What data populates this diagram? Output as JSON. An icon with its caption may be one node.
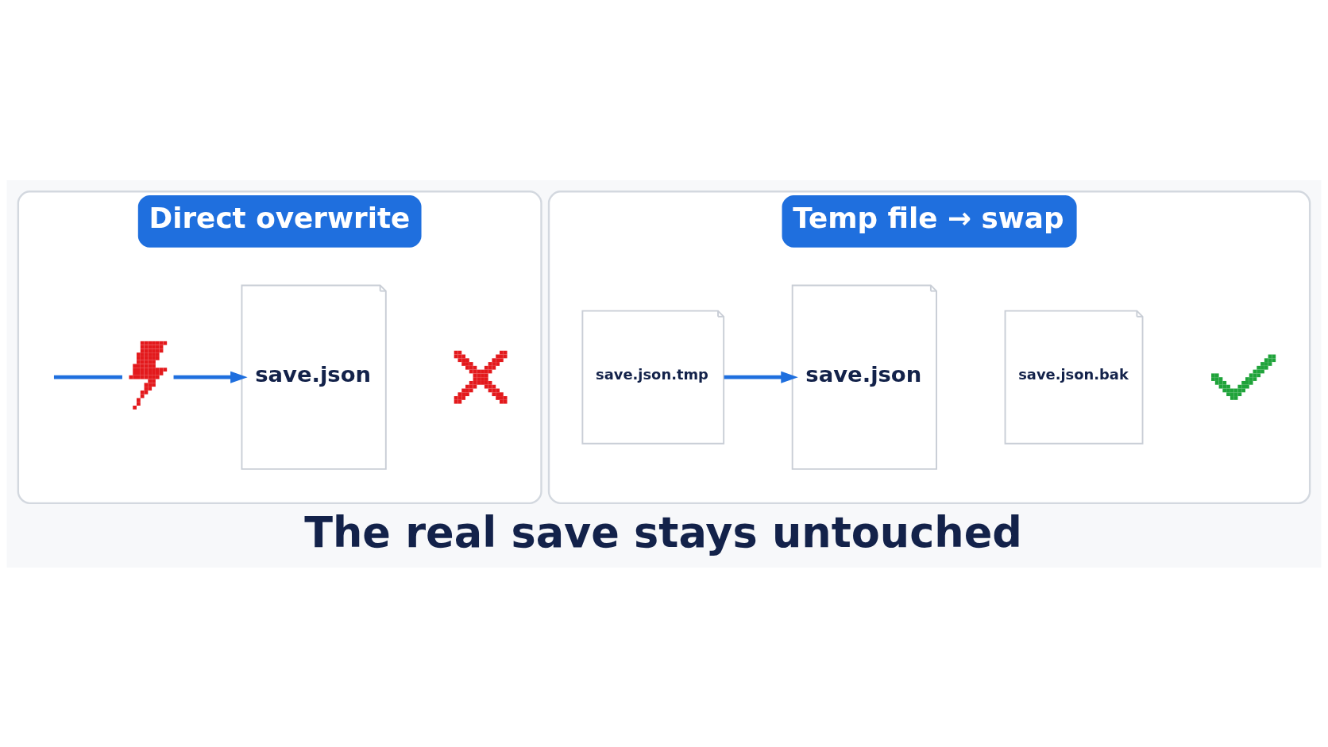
{
  "diagram": {
    "caption": "The real save stays untouched",
    "nodes": [
      {
        "text": [
          "Direct overwrite"
        ]
      },
      {
        "text": [],
        "shape": "lightning",
        "in": 0
      },
      {
        "text": [
          "save.json"
        ],
        "in": 0
      },
      {
        "text": [],
        "shape": "cross",
        "in": 0
      },
      {
        "text": [
          "Temp file → swap"
        ]
      },
      {
        "text": [
          "save.json.tmp"
        ],
        "in": 4
      },
      {
        "text": [
          "save.json"
        ],
        "in": 4
      },
      {
        "text": [
          "save.json.bak"
        ],
        "in": 4
      },
      {
        "text": [],
        "shape": "check",
        "in": 4
      }
    ],
    "edges": [
      {
        "from": null,
        "to": 1,
        "arrow": "none"
      },
      {
        "from": 1,
        "to": 2,
        "arrow": "to"
      },
      {
        "from": 5,
        "to": 6,
        "arrow": "to"
      }
    ]
  }
}
